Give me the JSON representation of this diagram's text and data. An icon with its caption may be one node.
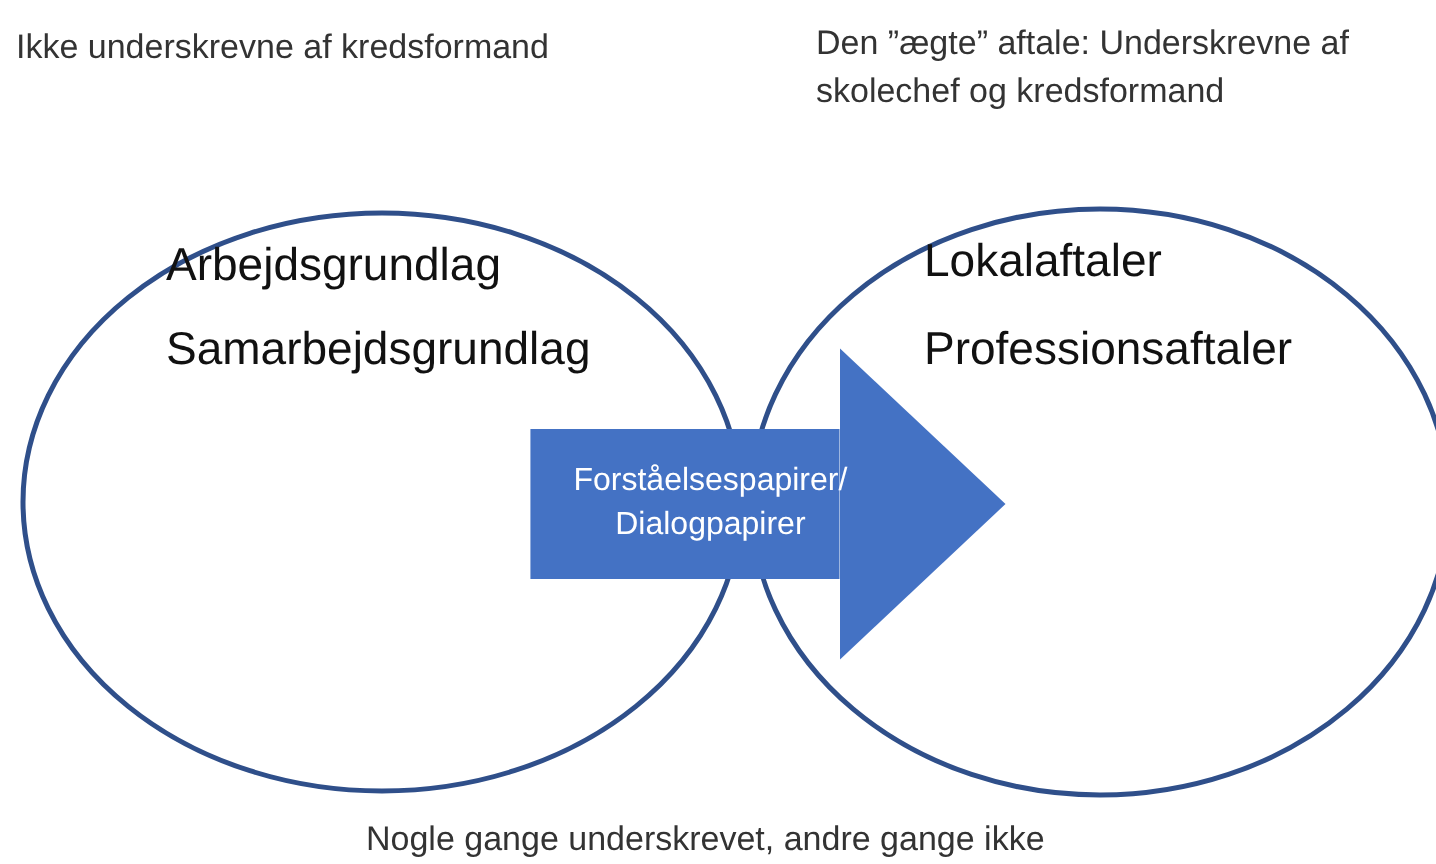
{
  "diagram": {
    "nodes": [
      {
        "text": [
          "Arbejdsgrundlag",
          "Samarbejdsgrundlag"
        ]
      },
      {
        "text": [
          "Lokalaftaler",
          "Professionsaftaler"
        ]
      }
    ],
    "edges": [
      {
        "from": 0,
        "to": 1,
        "arrow": "to",
        "label": "Forståelsespapirer/ Dialogpapirer"
      }
    ],
    "labels": [
      "Ikke underskrevne af kredsformand",
      "Den ”ægte” aftale: Underskrevne af skolechef og kredsformand",
      "Nogle gange underskrevet, andre gange ikke"
    ]
  }
}
